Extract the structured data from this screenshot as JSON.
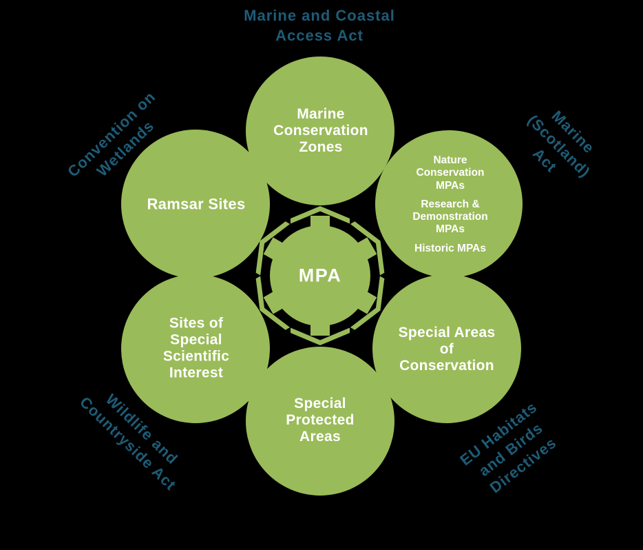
{
  "colors": {
    "petal_green": "#9ABB59",
    "label_teal": "#1E5C77",
    "text_white": "#FFFFFF",
    "background": "#000000"
  },
  "center": {
    "label": "MPA"
  },
  "outer_labels": {
    "top": "Marine and Coastal\nAccess Act",
    "top_left": "Convention on\nWetlands",
    "top_right": "Marine (Scotland)\nAct",
    "bottom_left": "Wildlife and\nCountryside Act",
    "bottom_right": "EU Habitats\nand Birds\nDirectives"
  },
  "petals": {
    "top": "Marine\nConservation\nZones",
    "top_left": "Ramsar Sites",
    "top_right": {
      "items": [
        "Nature\nConservation\nMPAs",
        "Research &\nDemonstration\nMPAs",
        "Historic MPAs"
      ]
    },
    "bottom_right": "Special Areas\nof\nConservation",
    "bottom": "Special\nProtected\nAreas",
    "bottom_left": "Sites of\nSpecial\nScientific\nInterest"
  }
}
